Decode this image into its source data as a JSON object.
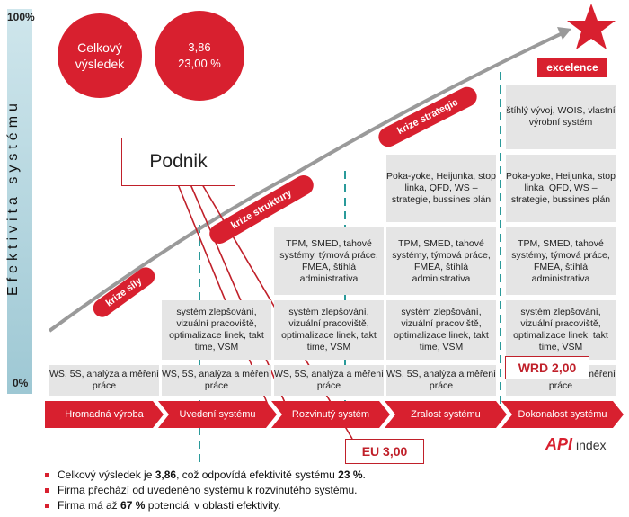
{
  "y_axis": {
    "top": "100%",
    "bottom": "0%",
    "title": "Efektivita systému"
  },
  "circle_left": {
    "line1": "Celkový",
    "line2": "výsledek"
  },
  "circle_right": {
    "score": "3,86",
    "percent": "23,00 %"
  },
  "podnik_label": "Podnik",
  "crises": {
    "c1": "krize síly",
    "c2": "krize struktury",
    "c3": "krize strategie"
  },
  "excelence_label": "excelence",
  "boxes": {
    "col1": {
      "r0": "WS, 5S, analýza a měření práce"
    },
    "col2": {
      "r0": "WS, 5S, analýza a měření práce",
      "r1": "systém zlepšování, vizuální pracoviště, optimalizace linek, takt time, VSM"
    },
    "col3": {
      "r0": "WS, 5S, analýza a měření práce",
      "r1": "systém zlepšování, vizuální pracoviště, optimalizace linek, takt time, VSM",
      "r2": "TPM, SMED, tahové systémy, týmová práce, FMEA, štíhlá administrativa"
    },
    "col4": {
      "r0": "WS, 5S, analýza a měření práce",
      "r1": "systém zlepšování, vizuální pracoviště, optimalizace linek, takt time, VSM",
      "r2": "TPM, SMED, tahové systémy, týmová práce, FMEA, štíhlá administrativa",
      "r3": "Poka-yoke, Heijunka, stop linka, QFD, WS – strategie, bussines plán"
    },
    "col5": {
      "r0": "WS, 5S, analýza a měření práce",
      "r1": "systém zlepšování, vizuální pracoviště, optimalizace linek, takt time, VSM",
      "r2": "TPM, SMED, tahové systémy, týmová práce, FMEA, štíhlá administrativa",
      "r3": "Poka-yoke, Heijunka, stop linka, QFD, WS – strategie, bussines plán",
      "r4": "štíhlý vývoj, WOIS, vlastní výrobní systém"
    }
  },
  "stages": [
    "Hromadná výroba",
    "Uvedení systému",
    "Rozvinutý systém",
    "Zralost systému",
    "Dokonalost systému"
  ],
  "wrd_label": "WRD 2,00",
  "eu_label": "EU 3,00",
  "logo": {
    "mark": "API",
    "text": "index"
  },
  "bullets": [
    {
      "a": "Celkový výsledek je ",
      "b": "3,86",
      "c": ", což odpovídá efektivitě systému ",
      "d": "23 %",
      "e": "."
    },
    {
      "a": "Firma přechází od uvedeného systému k rozvinutého systému."
    },
    {
      "a": "Firma má až ",
      "b": "67 %",
      "c": " potenciál v oblasti efektivity."
    }
  ],
  "colors": {
    "red": "#d8202f",
    "teal": "#2a9a9a",
    "gray_box": "#e5e5e5"
  }
}
